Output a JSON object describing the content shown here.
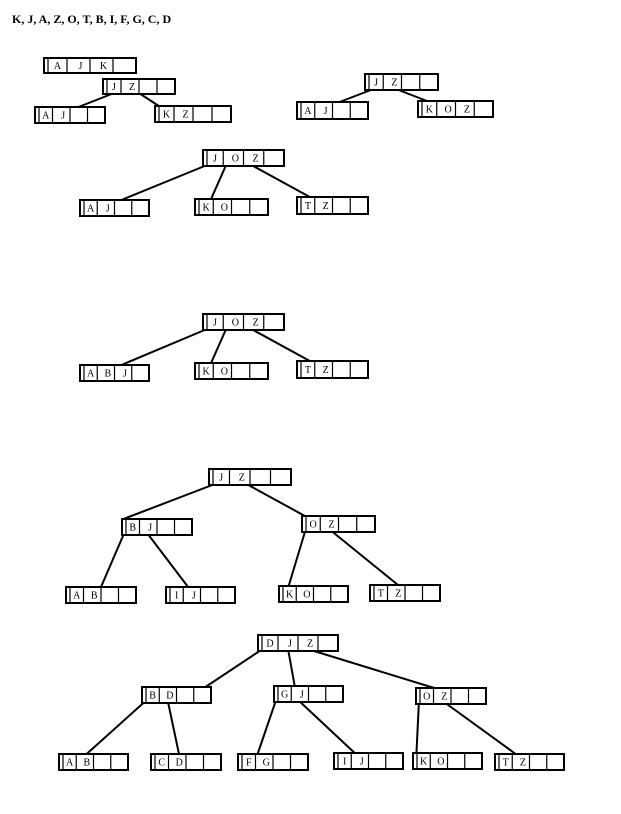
{
  "heading": "K, J, A, Z, O, T, B, I, F, G, C, D",
  "nodes": [
    {
      "id": "s1-root",
      "keys": [
        "A",
        "J",
        "K"
      ]
    },
    {
      "id": "s2-root",
      "keys": [
        "J",
        "Z"
      ]
    },
    {
      "id": "s2-left",
      "keys": [
        "A",
        "J"
      ]
    },
    {
      "id": "s2-right",
      "keys": [
        "K",
        "Z"
      ]
    },
    {
      "id": "s3-root",
      "keys": [
        "J",
        "Z"
      ]
    },
    {
      "id": "s3-left",
      "keys": [
        "A",
        "J"
      ]
    },
    {
      "id": "s3-right",
      "keys": [
        "K",
        "O",
        "Z"
      ]
    },
    {
      "id": "s4-root",
      "keys": [
        "J",
        "O",
        "Z"
      ]
    },
    {
      "id": "s4-c1",
      "keys": [
        "A",
        "J"
      ]
    },
    {
      "id": "s4-c2",
      "keys": [
        "K",
        "O"
      ]
    },
    {
      "id": "s4-c3",
      "keys": [
        "T",
        "Z"
      ]
    },
    {
      "id": "s5-root",
      "keys": [
        "J",
        "O",
        "Z"
      ]
    },
    {
      "id": "s5-c1",
      "keys": [
        "A",
        "B",
        "J"
      ]
    },
    {
      "id": "s5-c2",
      "keys": [
        "K",
        "O"
      ]
    },
    {
      "id": "s5-c3",
      "keys": [
        "T",
        "Z"
      ]
    },
    {
      "id": "s6-root",
      "keys": [
        "J",
        "Z"
      ]
    },
    {
      "id": "s6-l",
      "keys": [
        "B",
        "J"
      ]
    },
    {
      "id": "s6-r",
      "keys": [
        "O",
        "Z"
      ]
    },
    {
      "id": "s6-ll",
      "keys": [
        "A",
        "B"
      ]
    },
    {
      "id": "s6-lr",
      "keys": [
        "I",
        "J"
      ]
    },
    {
      "id": "s6-rl",
      "keys": [
        "K",
        "O"
      ]
    },
    {
      "id": "s6-rr",
      "keys": [
        "T",
        "Z"
      ]
    },
    {
      "id": "s7-root",
      "keys": [
        "D",
        "J",
        "Z"
      ]
    },
    {
      "id": "s7-a",
      "keys": [
        "B",
        "D"
      ]
    },
    {
      "id": "s7-b",
      "keys": [
        "G",
        "J"
      ]
    },
    {
      "id": "s7-c",
      "keys": [
        "O",
        "Z"
      ]
    },
    {
      "id": "s7-a1",
      "keys": [
        "A",
        "B"
      ]
    },
    {
      "id": "s7-a2",
      "keys": [
        "C",
        "D"
      ]
    },
    {
      "id": "s7-b1",
      "keys": [
        "F",
        "G"
      ]
    },
    {
      "id": "s7-b2",
      "keys": [
        "I",
        "J"
      ]
    },
    {
      "id": "s7-c1",
      "keys": [
        "K",
        "O"
      ]
    },
    {
      "id": "s7-c2",
      "keys": [
        "T",
        "Z"
      ]
    }
  ]
}
